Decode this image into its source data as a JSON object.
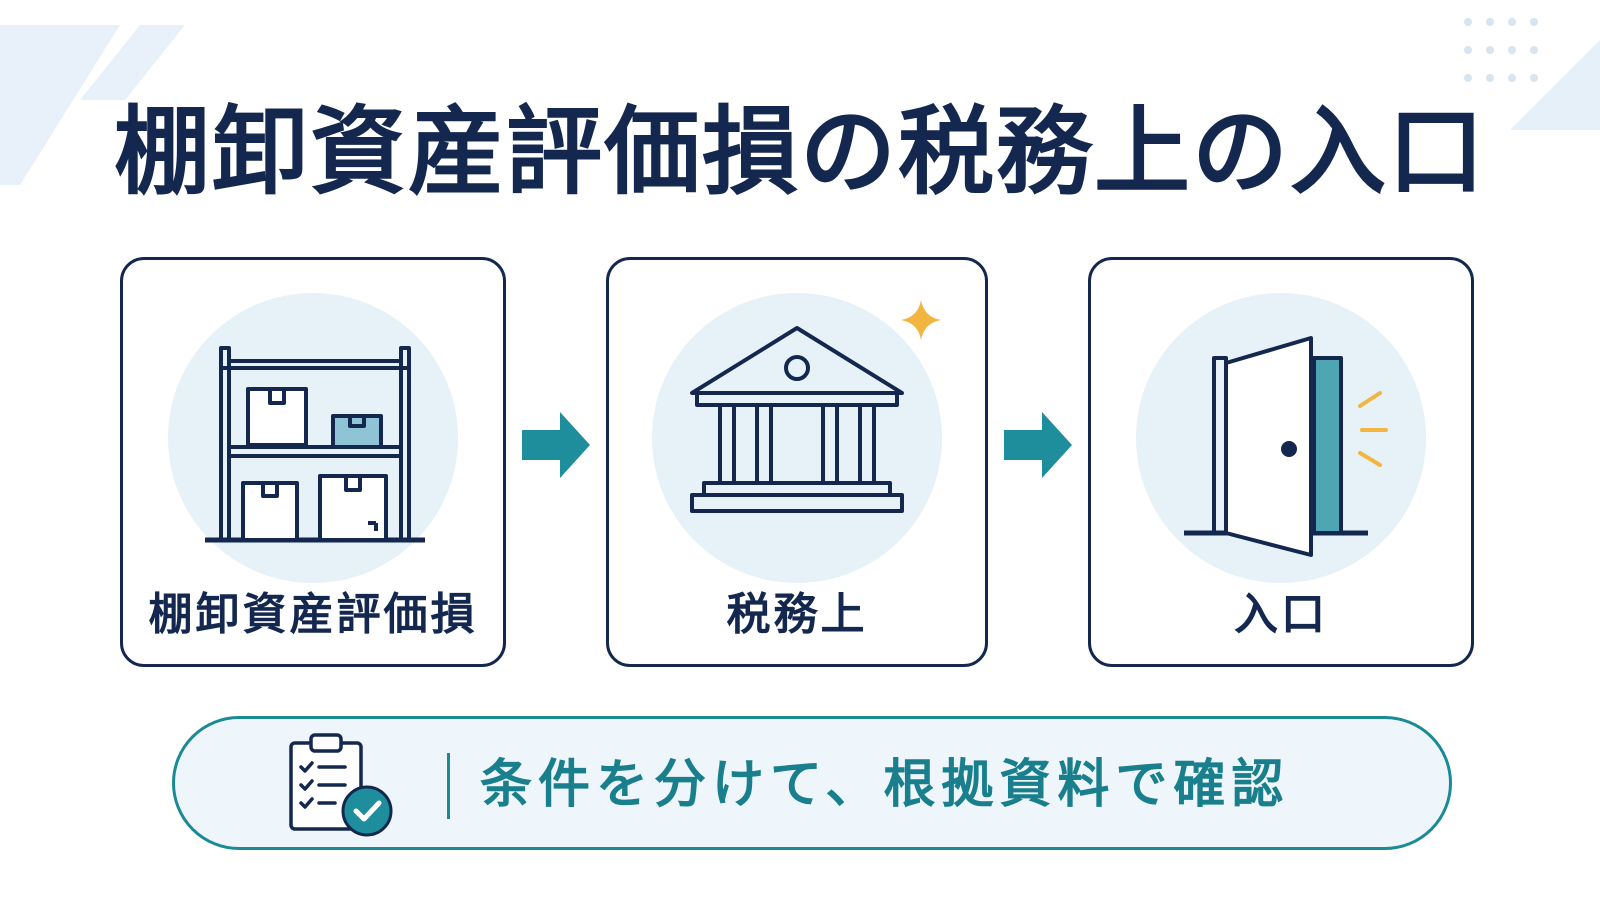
{
  "title": "棚卸資産評価損の税務上の入口",
  "steps": [
    {
      "label": "棚卸資産評価損",
      "icon": "inventory-shelf-icon"
    },
    {
      "label": "税務上",
      "icon": "government-building-icon"
    },
    {
      "label": "入口",
      "icon": "open-door-icon"
    }
  ],
  "footer": {
    "message": "条件を分けて、根拠資料で確認",
    "icon": "checklist-clipboard-icon"
  },
  "colors": {
    "navy": "#14284f",
    "teal": "#1a8a97",
    "light_blue": "#e6f1f8",
    "gold": "#f2b640"
  }
}
